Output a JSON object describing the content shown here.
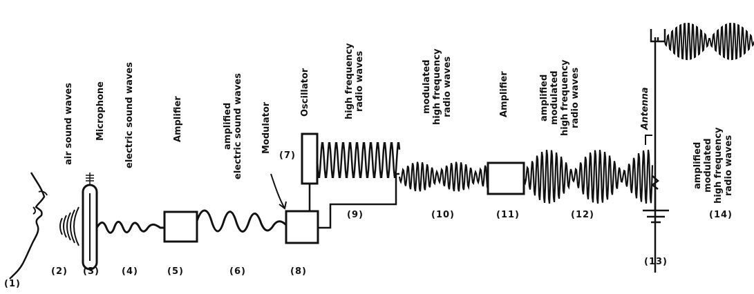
{
  "labels": {
    "air_sound_waves": "air sound waves",
    "microphone": "Microphone",
    "electric_sound_waves": "electric sound waves",
    "amplifier_1": "Amplifier",
    "amplified_electric_sound_waves": "amplified\nelectric sound waves",
    "modulator": "Modulator",
    "oscillator": "Oscillator",
    "high_frequency_radio_waves": "high frequency\nradio waves",
    "modulated_hf_radio_waves": "modulated\nhigh frequency\nradio waves",
    "amplifier_2": "Amplifier",
    "amplified_modulated_hf_radio_waves": "amplified\nmodulated\nhigh frequency\nradio waves",
    "antenna": "Antenna",
    "amplified_modulated_hf_radio_waves_2": "amplified\nmodulated\nhigh frequency\nradio waves"
  },
  "numbers": {
    "n1": "(1)",
    "n2": "(2)",
    "n3": "(3)",
    "n4": "(4)",
    "n5": "(5)",
    "n6": "(6)",
    "n7": "(7)",
    "n8": "(8)",
    "n9": "(9)",
    "n10": "(10)",
    "n11": "(11)",
    "n12": "(12)",
    "n13": "(13)",
    "n14": "(14)"
  }
}
